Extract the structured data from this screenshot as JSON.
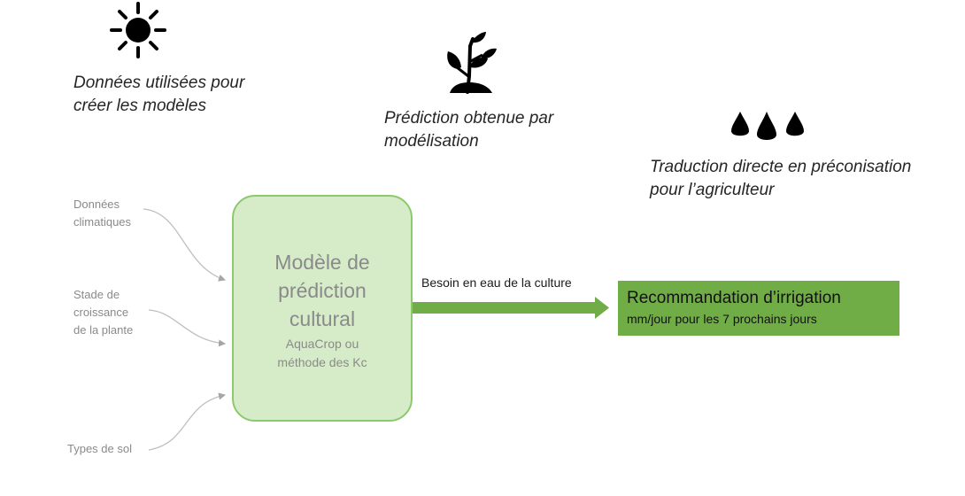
{
  "captions": {
    "data_line1": "Données utilisées pour",
    "data_line2": "créer les modèles",
    "prediction_line1": "Prédiction obtenue par",
    "prediction_line2": "modélisation",
    "translation_line1": "Traduction directe en préconisation",
    "translation_line2": "pour l’agriculteur"
  },
  "inputs": {
    "climate_line1": "Données",
    "climate_line2": "climatiques",
    "growth_line1": "Stade de",
    "growth_line2": "croissance",
    "growth_line3": "de la plante",
    "soil": "Types de sol"
  },
  "model": {
    "title_line1": "Modèle de",
    "title_line2": "prédiction",
    "title_line3": "cultural",
    "sub_line1": "AquaCrop ou",
    "sub_line2": "méthode des Kc"
  },
  "flow": {
    "label": "Besoin en eau de la culture"
  },
  "recommendation": {
    "title": "Recommandation d’irrigation",
    "subtitle": "mm/jour pour les 7 prochains jours"
  },
  "icons": [
    "sun-icon",
    "plant-icon",
    "water-drops-icon"
  ],
  "colors": {
    "model_fill": "#d6ecc8",
    "model_border": "#8cc96d",
    "arrow": "#70ad47",
    "recommendation_fill": "#70ad47",
    "input_text": "#8a8a8a",
    "connector": "#bfbfbf"
  }
}
